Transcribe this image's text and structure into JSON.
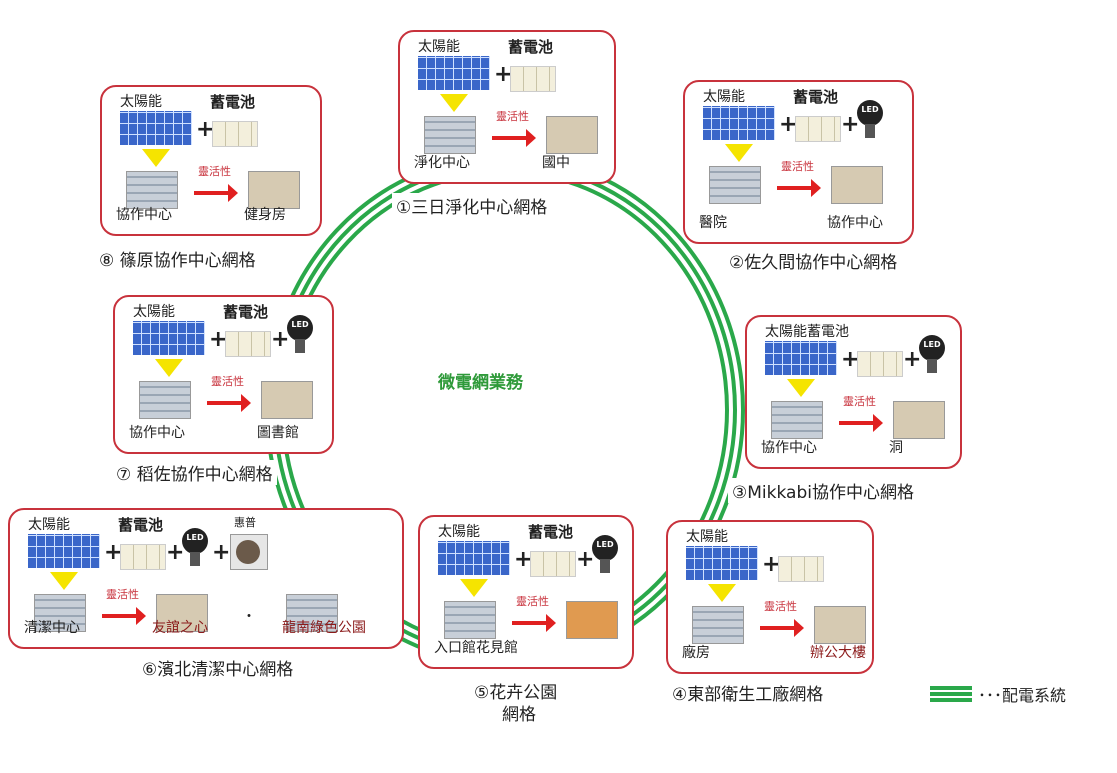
{
  "center_label": "微電網業務",
  "legend": {
    "label": "･･･配電系統",
    "color": "#2aa84a"
  },
  "colors": {
    "box_border": "#c8323c",
    "ring": "#2aa84a",
    "flex_arrow": "#e02020"
  },
  "flex_label": "靈活性",
  "plus": "+",
  "nodes": [
    {
      "id": "n1",
      "caption": "①三日淨化中心網格",
      "source": "太陽能",
      "battery": "蓄電池",
      "extras": [],
      "from": "淨化中心",
      "to": [
        "國中"
      ]
    },
    {
      "id": "n2",
      "caption": "②佐久間協作中心網格",
      "source": "太陽能",
      "battery": "蓄電池",
      "extras": [
        "LED"
      ],
      "from": "醫院",
      "to": [
        "協作中心"
      ]
    },
    {
      "id": "n3",
      "caption": "③Mikkabi協作中心網格",
      "source": "太陽能蓄電池",
      "battery": "",
      "extras": [
        "LED"
      ],
      "from": "協作中心",
      "to": [
        "洞"
      ]
    },
    {
      "id": "n4",
      "caption": "④東部衛生工廠網格",
      "source": "太陽能",
      "battery": "",
      "extras": [],
      "from": "廠房",
      "to": [
        "辦公大樓"
      ]
    },
    {
      "id": "n5",
      "caption": "⑤花卉公園",
      "caption2": "網格",
      "source": "太陽能",
      "battery": "蓄電池",
      "extras": [
        "LED"
      ],
      "from": "入口館花見館",
      "to": []
    },
    {
      "id": "n6",
      "caption": "⑥濱北清潔中心網格",
      "source": "太陽能",
      "battery": "蓄電池",
      "extras": [
        "LED",
        "heatpump"
      ],
      "heatpump_label": "惠普",
      "from": "清潔中心",
      "to": [
        "友誼之心",
        "龍南綠色公園"
      ],
      "separator": "・"
    },
    {
      "id": "n7",
      "caption": "⑦ 稻佐協作中心網格",
      "source": "太陽能",
      "battery": "蓄電池",
      "extras": [
        "LED"
      ],
      "from": "協作中心",
      "to": [
        "圖書館"
      ]
    },
    {
      "id": "n8",
      "caption": "⑧ 篠原協作中心網格",
      "source": "太陽能",
      "battery": "蓄電池",
      "extras": [],
      "from": "協作中心",
      "to": [
        "健身房"
      ]
    }
  ]
}
